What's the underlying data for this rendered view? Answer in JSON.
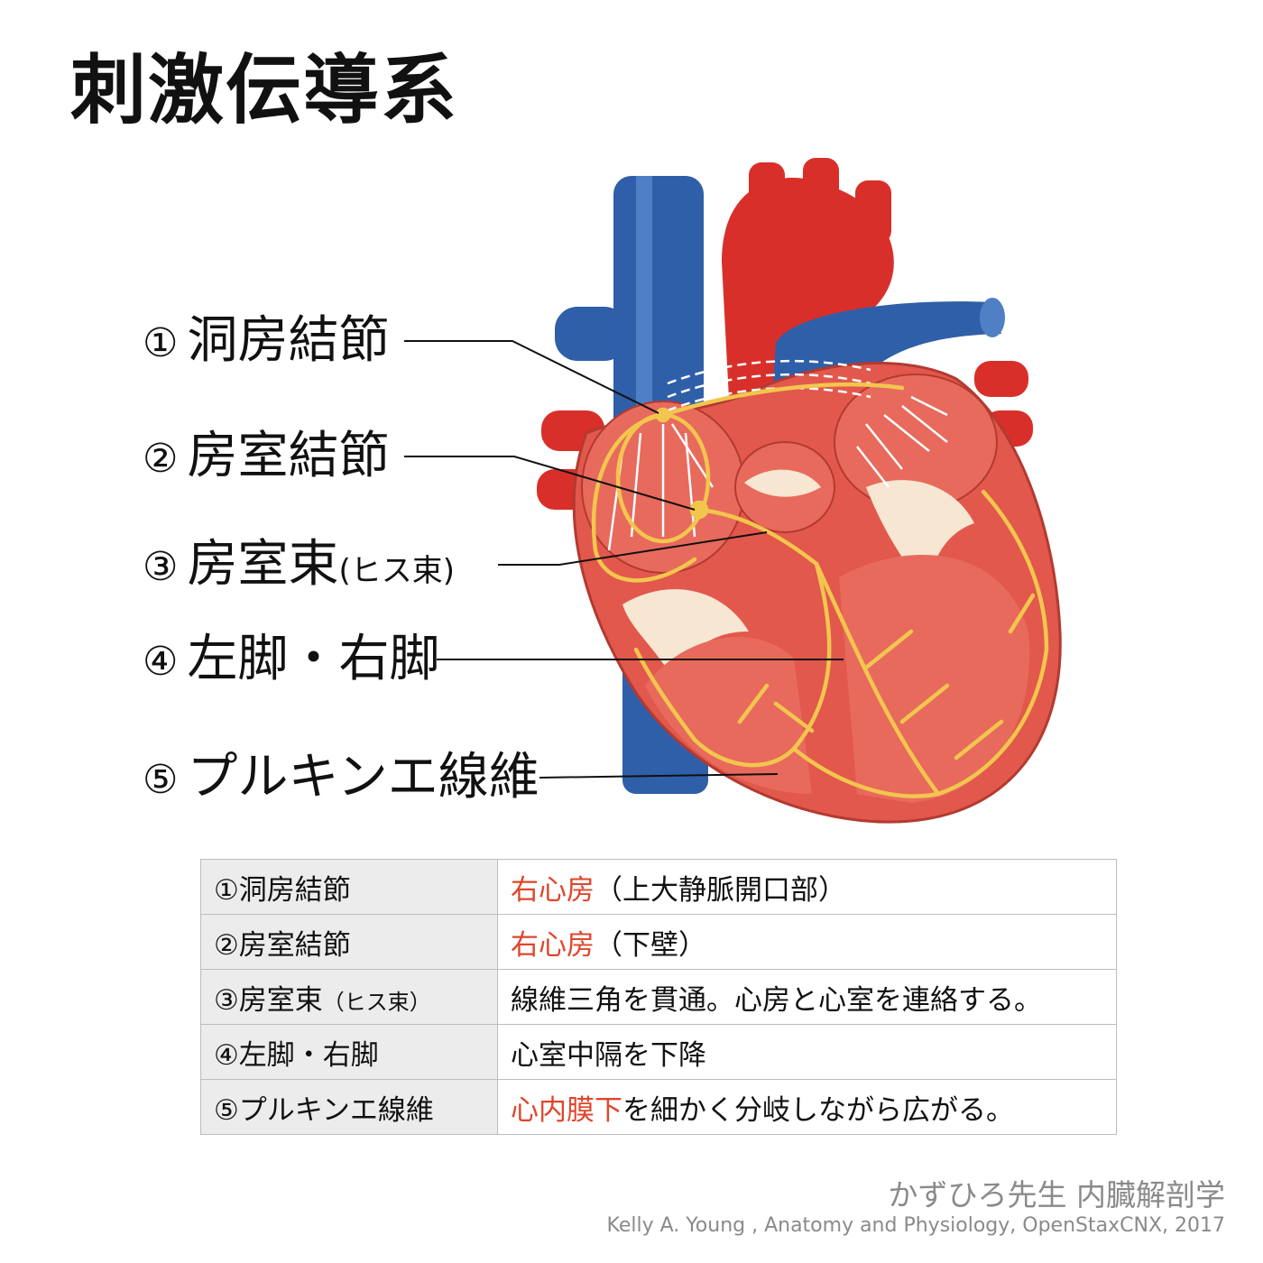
{
  "title": "刺激伝導系",
  "labels": [
    {
      "num": "①",
      "text": "洞房結節",
      "suffix": ""
    },
    {
      "num": "②",
      "text": "房室結節",
      "suffix": ""
    },
    {
      "num": "③",
      "text": "房室束",
      "suffix": "(ヒス束)"
    },
    {
      "num": "④",
      "text": "左脚・右脚",
      "suffix": ""
    },
    {
      "num": "⑤",
      "text": "プルキンエ線維",
      "suffix": ""
    }
  ],
  "table": [
    {
      "name": "①洞房結節",
      "name_suffix": "",
      "highlight": "右心房",
      "desc": "（上大静脈開口部）"
    },
    {
      "name": "②房室結節",
      "name_suffix": "",
      "highlight": "右心房",
      "desc": "（下壁）"
    },
    {
      "name": "③房室束",
      "name_suffix": "（ヒス束）",
      "highlight": "",
      "desc": "線維三角を貫通。心房と心室を連絡する。"
    },
    {
      "name": "④左脚・右脚",
      "name_suffix": "",
      "highlight": "",
      "desc": "心室中隔を下降"
    },
    {
      "name": "⑤プルキンエ線維",
      "name_suffix": "",
      "highlight": "心内膜下",
      "desc": "を細かく分岐しながら広がる。"
    }
  ],
  "credits": {
    "line1": "かずひろ先生 内臓解剖学",
    "line2": "Kelly A. Young , Anatomy and Physiology, OpenStaxCNX, 2017"
  },
  "colors": {
    "artery_red": "#d92f2a",
    "vein_blue": "#2f5fa8",
    "myocardium": "#e2584c",
    "conduction_yellow": "#f2c64e",
    "highlight_text": "#e0452b"
  }
}
